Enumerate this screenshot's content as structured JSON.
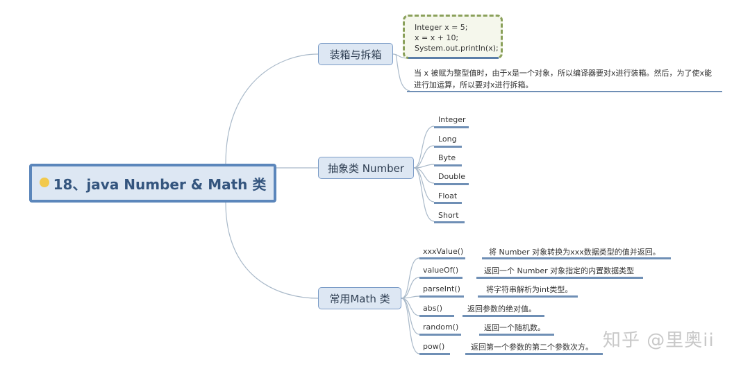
{
  "central": {
    "icon": "smiley-icon",
    "title": "18、java Number & Math 类"
  },
  "branches": [
    {
      "label": "装箱与拆箱",
      "code": [
        "Integer x = 5;",
        "x =  x + 10;",
        "System.out.println(x);"
      ],
      "note": "当 x 被赋为整型值时，由于x是一个对象，所以编译器要对x进行装箱。然后，为了使x能进行加运算，所以要对x进行拆箱。"
    },
    {
      "label": "抽象类 Number",
      "children": [
        "Integer",
        "Long",
        "Byte",
        "Double",
        "Float",
        "Short"
      ]
    },
    {
      "label": "常用Math 类",
      "methods": [
        {
          "name": "xxxValue()",
          "desc": "将 Number 对象转换为xxx数据类型的值并返回。"
        },
        {
          "name": "valueOf()",
          "desc": "返回一个 Number 对象指定的内置数据类型"
        },
        {
          "name": "parseInt()",
          "desc": "将字符串解析为int类型。"
        },
        {
          "name": "abs()",
          "desc": "返回参数的绝对值。"
        },
        {
          "name": "random()",
          "desc": "返回一个随机数。"
        },
        {
          "name": "pow()",
          "desc": "返回第一个参数的第二个参数次方。"
        }
      ]
    }
  ],
  "watermark": "知乎 @里奥ii",
  "colors": {
    "node_fill": "#dde7f3",
    "node_border": "#5b86bb",
    "connector": "#9fb3c8",
    "underline": "#6f8fb5",
    "code_border": "#8aa05a"
  }
}
